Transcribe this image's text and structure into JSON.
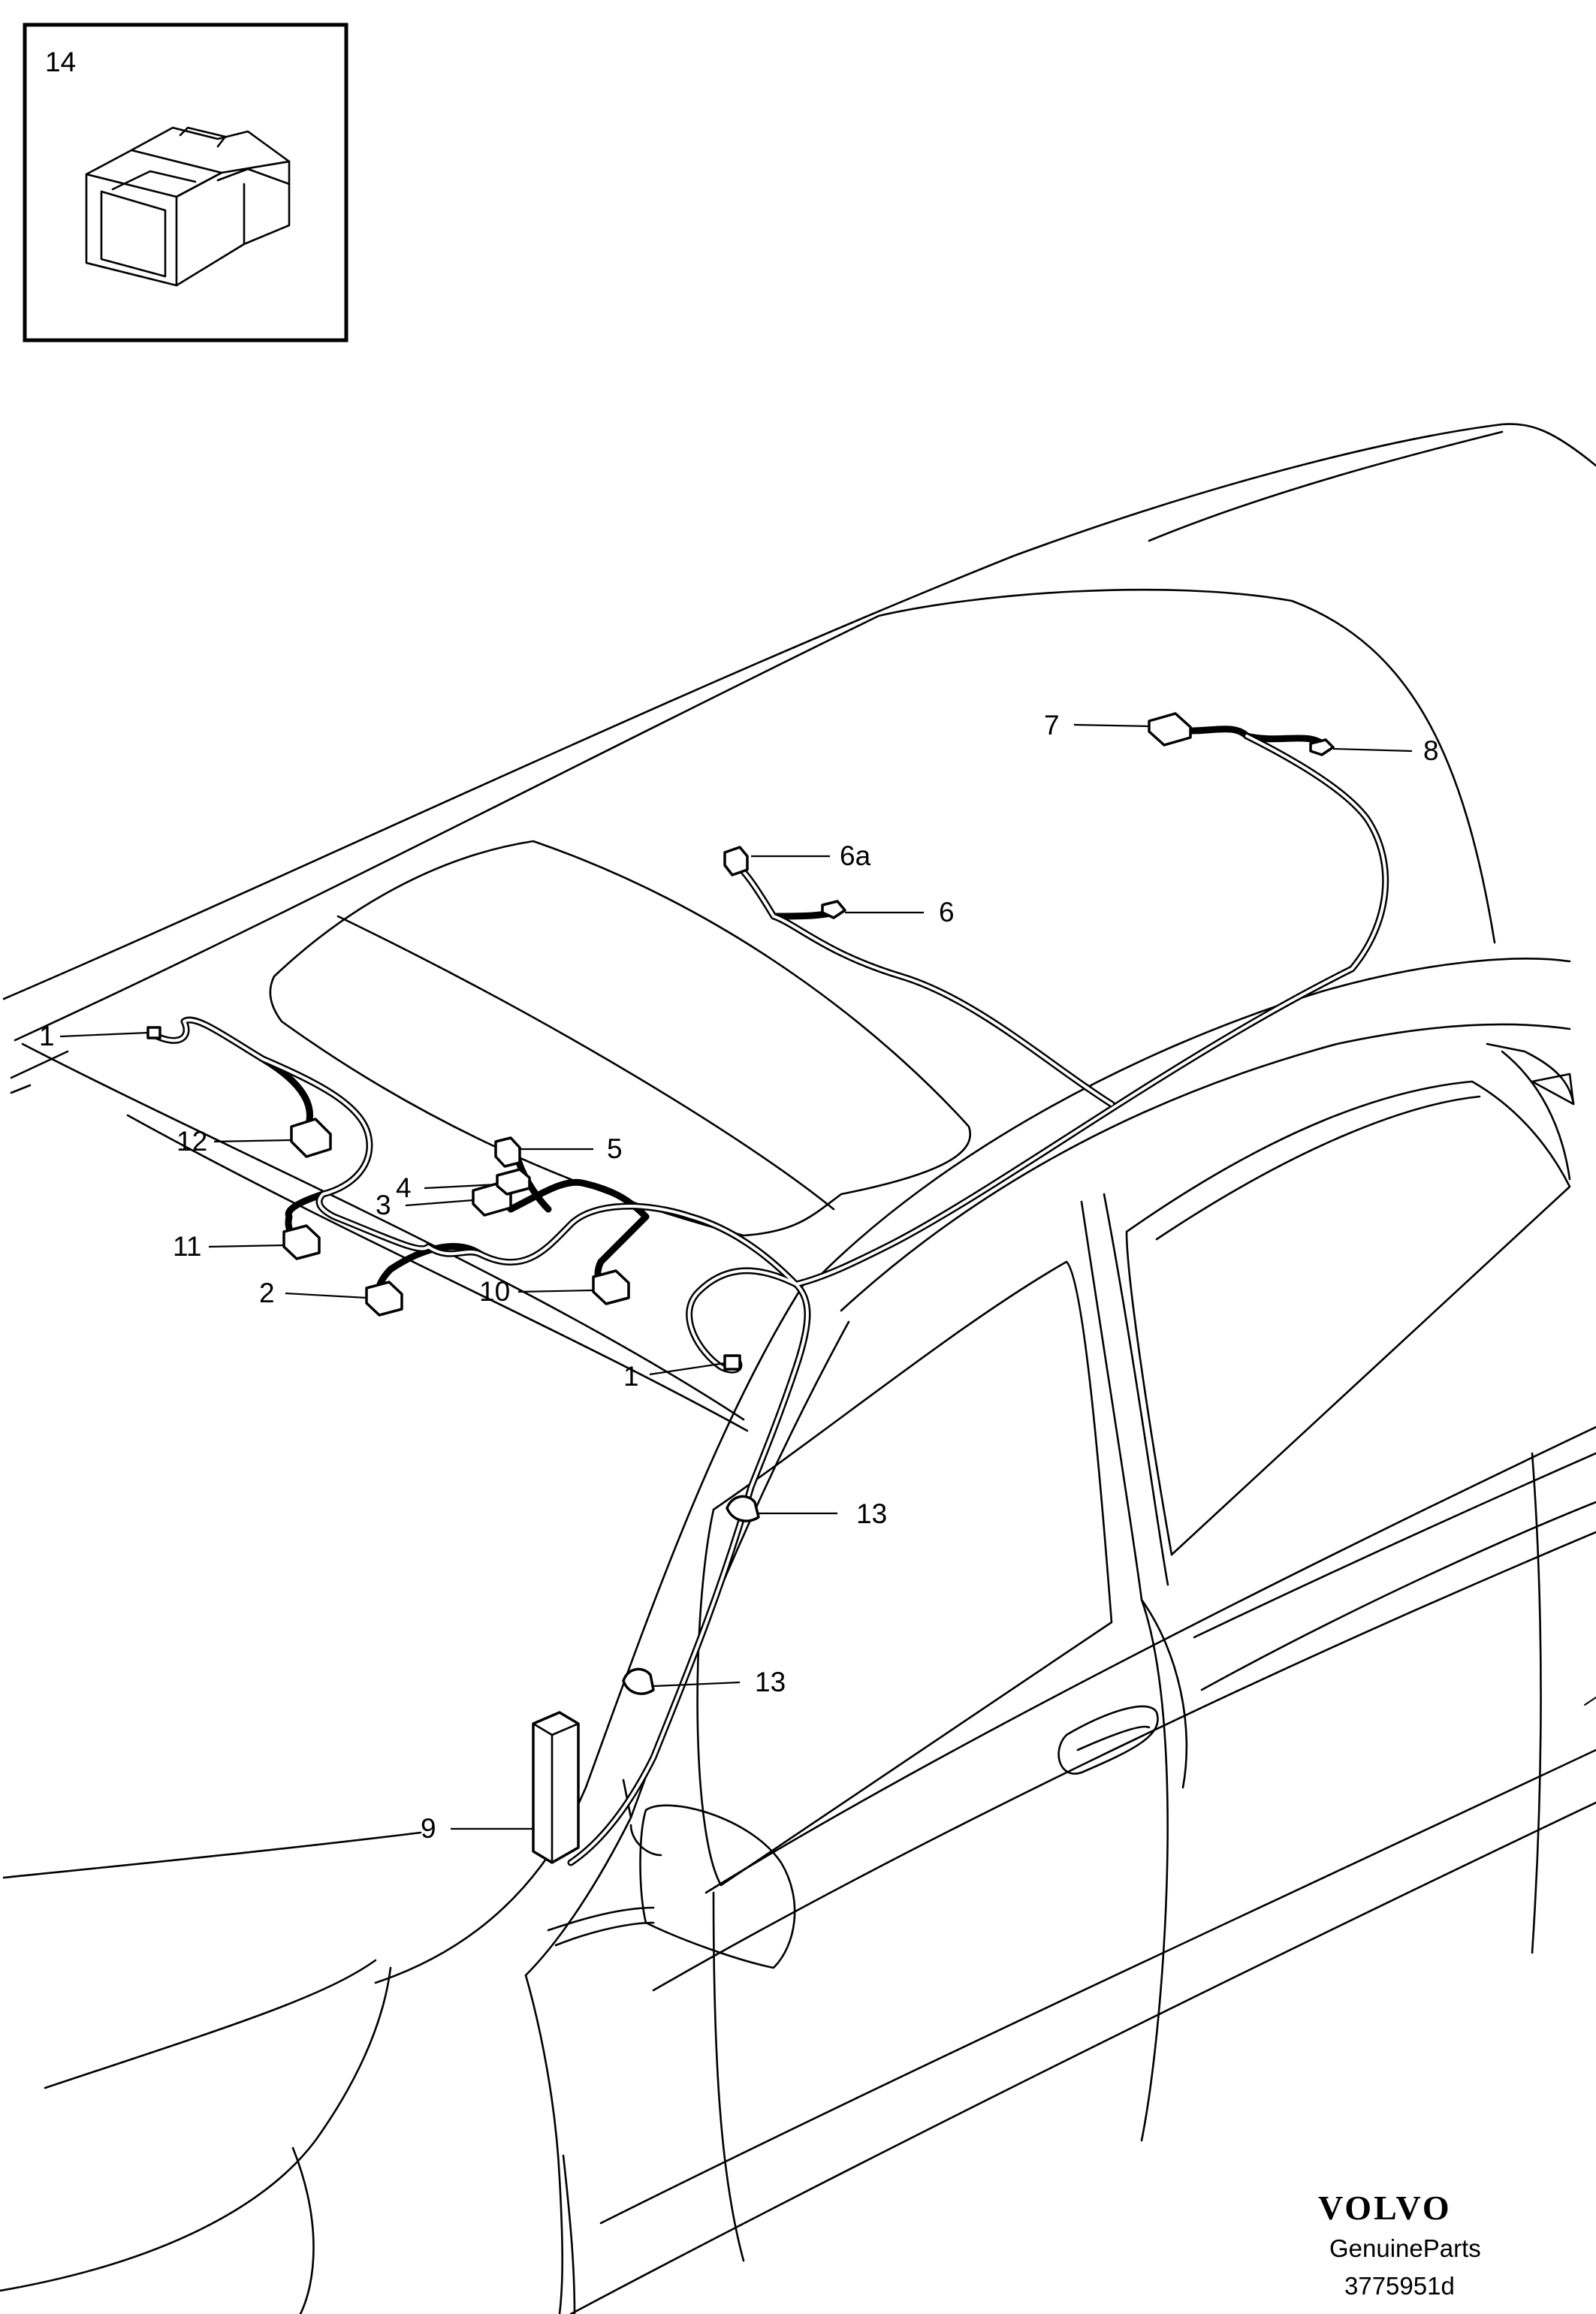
{
  "inset": {
    "label": "14"
  },
  "callouts": {
    "c1a": "1",
    "c1b": "1",
    "c2": "2",
    "c3": "3",
    "c4": "4",
    "c5": "5",
    "c6": "6",
    "c6a": "6a",
    "c7": "7",
    "c8": "8",
    "c9": "9",
    "c10": "10",
    "c11": "11",
    "c12": "12",
    "c13a": "13",
    "c13b": "13"
  },
  "brand": {
    "logo": "VOLVO",
    "tagline": "GenuineParts",
    "part_number": "3775951d"
  }
}
